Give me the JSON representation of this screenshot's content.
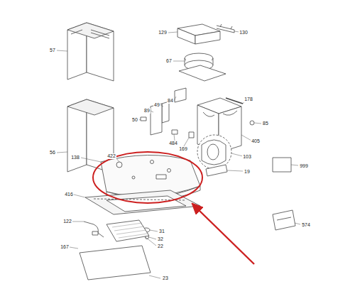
{
  "diagram": {
    "labels": [
      "57",
      "56",
      "129",
      "130",
      "67",
      "178",
      "85",
      "405",
      "84",
      "49",
      "89",
      "50",
      "484",
      "169",
      "103",
      "19",
      "999",
      "138",
      "422",
      "416",
      "122",
      "31",
      "32",
      "22",
      "167",
      "23",
      "574"
    ]
  }
}
